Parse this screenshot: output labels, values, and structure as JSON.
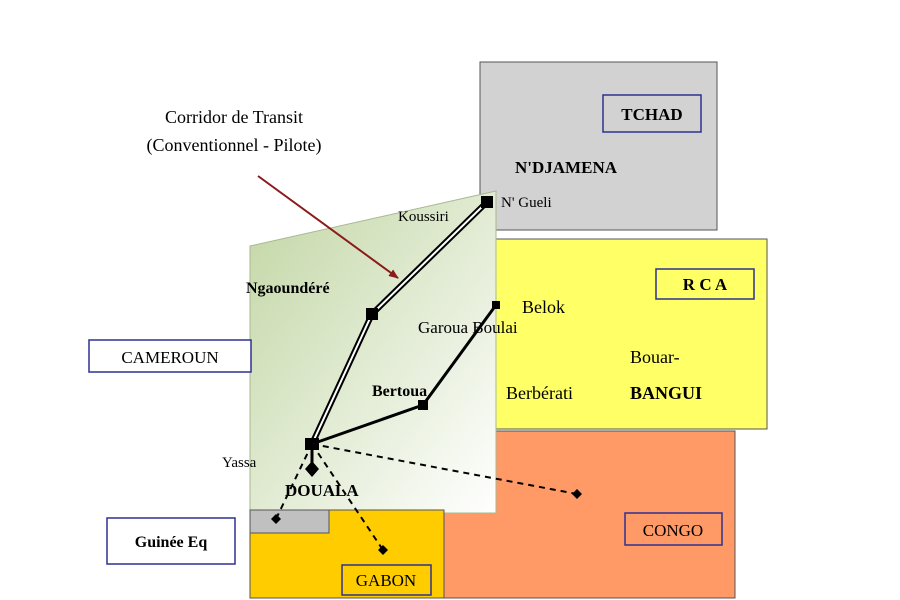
{
  "title": {
    "line1": "Corridor de Transit",
    "line2": "(Conventionnel - Pilote)"
  },
  "countries": {
    "tchad": "TCHAD",
    "rca": "R C A",
    "cameroun": "CAMEROUN",
    "guinee": "Guinée Eq",
    "congo": "CONGO",
    "gabon": "GABON"
  },
  "places": {
    "ndjamena": "N'DJAMENA",
    "ngueli": "N' Gueli",
    "koussiri": "Koussiri",
    "ngaoundere": "Ngaoundéré",
    "garoua_boulai": "Garoua Boulai",
    "belok": "Belok",
    "bertoua": "Bertoua",
    "berberati": "Berbérati",
    "bouar": "Bouar-",
    "bangui": "BANGUI",
    "yassa": "Yassa",
    "douala": "DOUALA"
  },
  "colors": {
    "tchad": "#d2d2d2",
    "rca": "#ffff66",
    "congo": "#ff9966",
    "gabon": "#ffcc00",
    "guinee_strip": "#c0c0c0",
    "cameroun_dark": "#c2d6a4",
    "cameroun_light": "#ffffff",
    "arrow": "#8b1a1a",
    "label_border": "#2e3192"
  }
}
